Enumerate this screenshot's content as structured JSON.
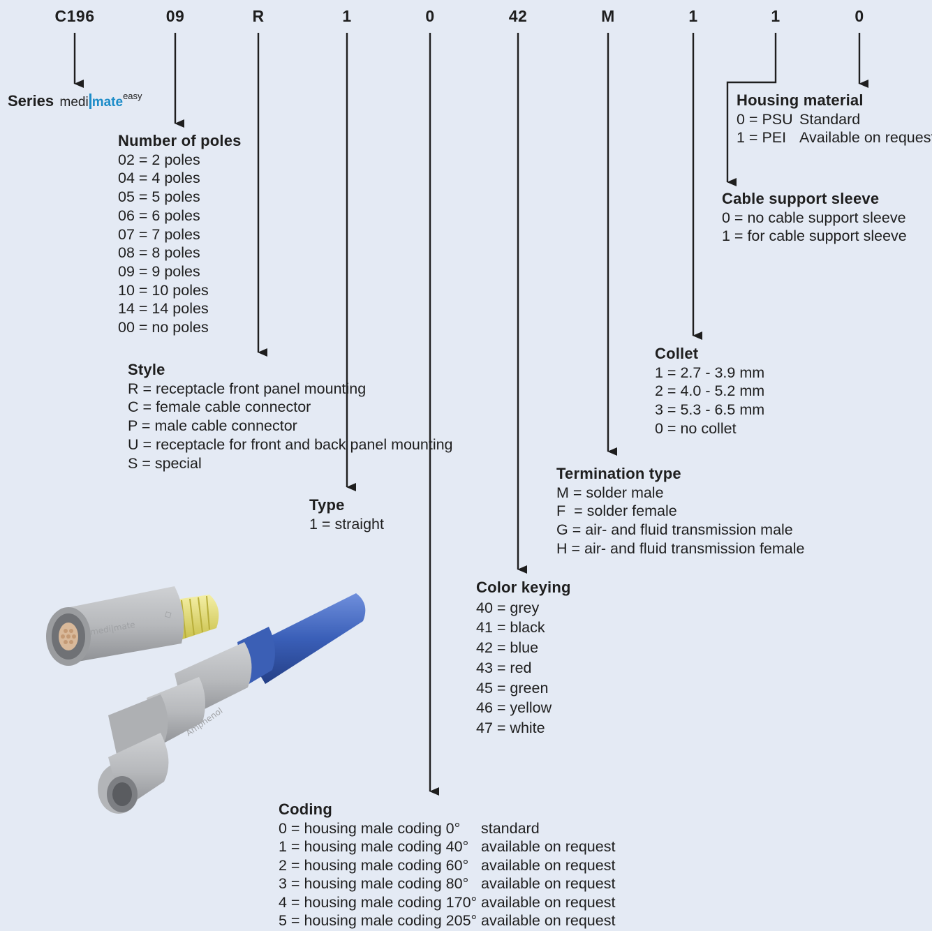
{
  "code_parts": [
    "C196",
    "09",
    "R",
    "1",
    "0",
    "42",
    "M",
    "1",
    "1",
    "0"
  ],
  "series": {
    "label": "Series",
    "brand_prefix": "medi",
    "brand_main": "mate",
    "brand_suffix": "easy"
  },
  "housing_material": {
    "heading": "Housing material",
    "items": [
      {
        "code": "0 = PSU",
        "desc": "Standard"
      },
      {
        "code": "1 = PEI",
        "desc": "Available on request"
      }
    ]
  },
  "cable_support_sleeve": {
    "heading": "Cable support sleeve",
    "items": [
      "0 = no cable support sleeve",
      "1 = for cable support sleeve"
    ]
  },
  "number_of_poles": {
    "heading": "Number of poles",
    "items": [
      "02 = 2 poles",
      "04 = 4 poles",
      "05 = 5 poles",
      "06 = 6 poles",
      "07 = 7 poles",
      "08 = 8 poles",
      "09 = 9 poles",
      "10 = 10 poles",
      "14 = 14 poles",
      "00 = no poles"
    ]
  },
  "collet": {
    "heading": "Collet",
    "items": [
      "1 = 2.7 - 3.9 mm",
      "2 = 4.0 - 5.2 mm",
      "3 = 5.3 - 6.5 mm",
      "0 = no collet"
    ]
  },
  "style": {
    "heading": "Style",
    "items": [
      "R = receptacle front panel mounting",
      "C = female cable connector",
      "P = male cable connector",
      "U = receptacle for front and back panel mounting",
      "S = special"
    ]
  },
  "termination_type": {
    "heading": "Termination type",
    "items": [
      "M = solder male",
      "F  = solder female",
      "G = air- and fluid transmission male",
      "H = air- and fluid transmission female"
    ]
  },
  "type": {
    "heading": "Type",
    "items": [
      "1 = straight"
    ]
  },
  "color_keying": {
    "heading": "Color keying",
    "items": [
      "40 = grey",
      "41 = black",
      "42 = blue",
      "43 = red",
      "45 = green",
      "46 = yellow",
      "47 = white"
    ]
  },
  "coding": {
    "heading": "Coding",
    "items": [
      {
        "code": "0 = housing male coding 0°",
        "desc": "standard"
      },
      {
        "code": "1 = housing male coding 40°",
        "desc": "available on request"
      },
      {
        "code": "2 = housing male coding 60°",
        "desc": "available on request"
      },
      {
        "code": "3 = housing male coding 80°",
        "desc": "available on request"
      },
      {
        "code": "4 = housing male coding 170°",
        "desc": "available on request"
      },
      {
        "code": "5 = housing male coding 205°",
        "desc": "available on request"
      }
    ]
  },
  "photo": {
    "receptacle_text": "medi|mate",
    "plug_text": "Amphenol"
  },
  "colors": {
    "background": "#e4eaf4",
    "text": "#1e1e1e",
    "brand_blue": "#1c8cc8",
    "connector_grey": "#b9bbbe",
    "sleeve_blue": "#3a5fb8",
    "collet_yellow": "#e7e07a"
  }
}
